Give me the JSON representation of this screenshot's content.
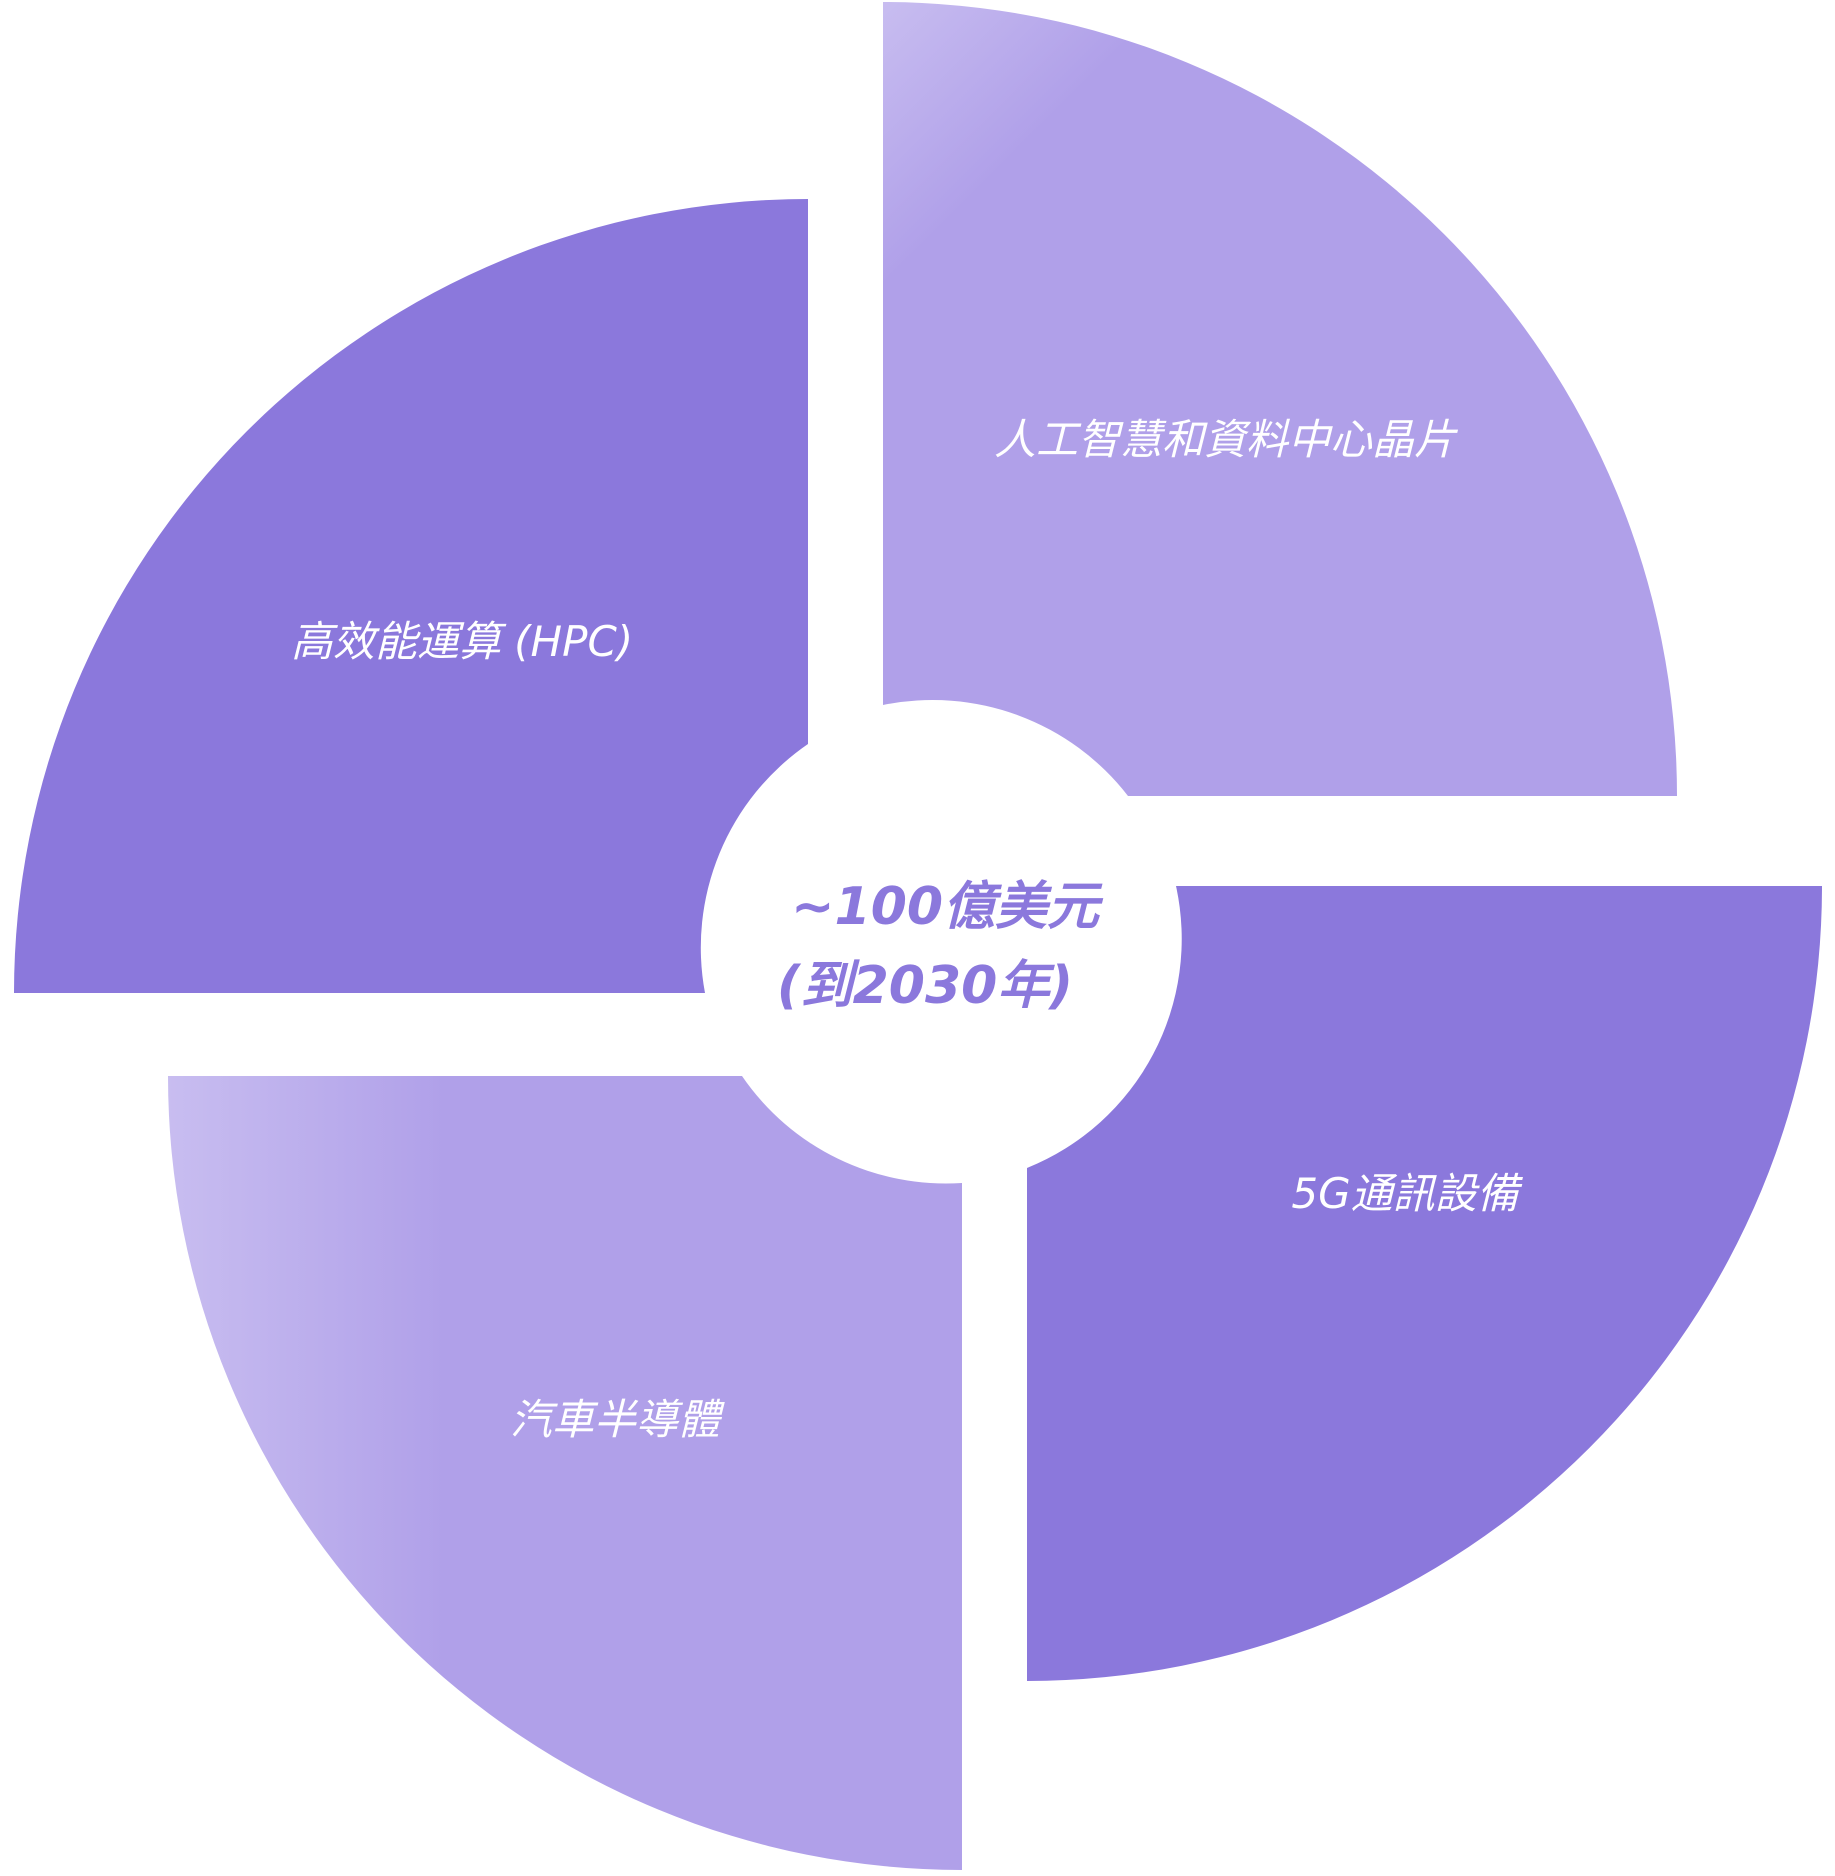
{
  "colors": {
    "dark_segment": "#8b78dc",
    "light_segment": "#b0a0e9",
    "gradient_start": "#c8bdf0",
    "center_text": "#8b78dc",
    "label_text": "#ffffff",
    "background": "#ffffff"
  },
  "center": {
    "line1": "~100億美元",
    "line2": "(到2030年)"
  },
  "segments": [
    {
      "label": "人工智慧和資料中心晶片",
      "shade": "light"
    },
    {
      "label": "5G通訊設備",
      "shade": "dark"
    },
    {
      "label": "汽車半導體",
      "shade": "light"
    },
    {
      "label": "高效能運算 (HPC)",
      "shade": "dark"
    }
  ]
}
